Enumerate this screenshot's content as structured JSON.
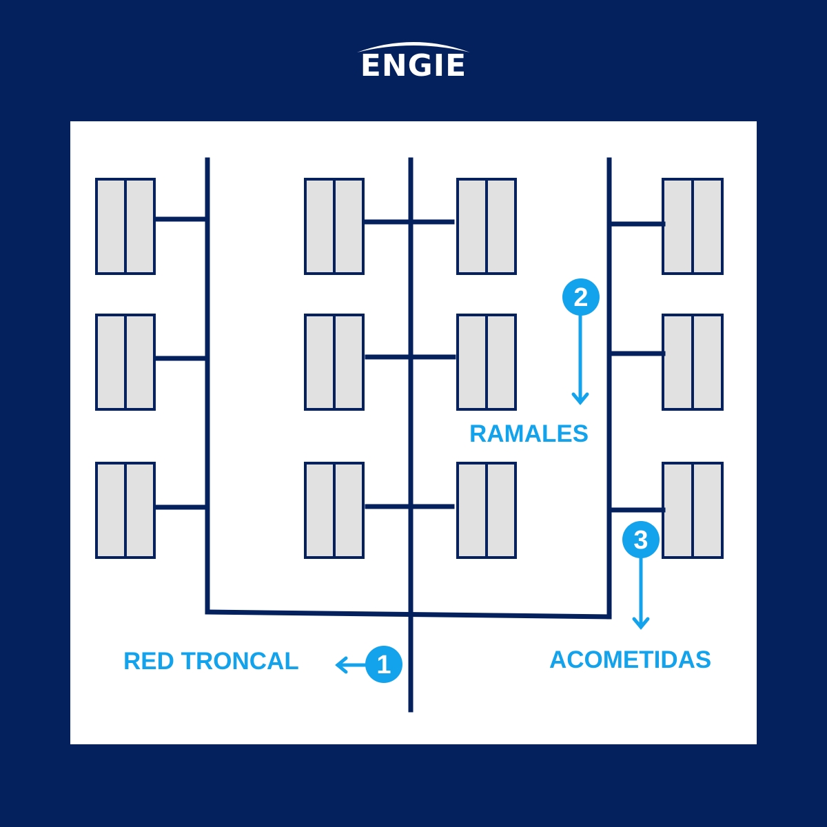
{
  "brand": {
    "logo_text": "ENGIE",
    "background_color": "#04215e",
    "pipe_color": "#04215e",
    "accent_color": "#12a3ec",
    "window_fill": "#e1e1e1"
  },
  "labels": {
    "trunk": {
      "number": "1",
      "text": "RED TRONCAL"
    },
    "branches": {
      "number": "2",
      "text": "RAMALES"
    },
    "connections": {
      "number": "3",
      "text": "ACOMETIDAS"
    }
  },
  "icons": [
    "engie-arc-icon",
    "arrow-left-icon",
    "arrow-down-icon"
  ]
}
